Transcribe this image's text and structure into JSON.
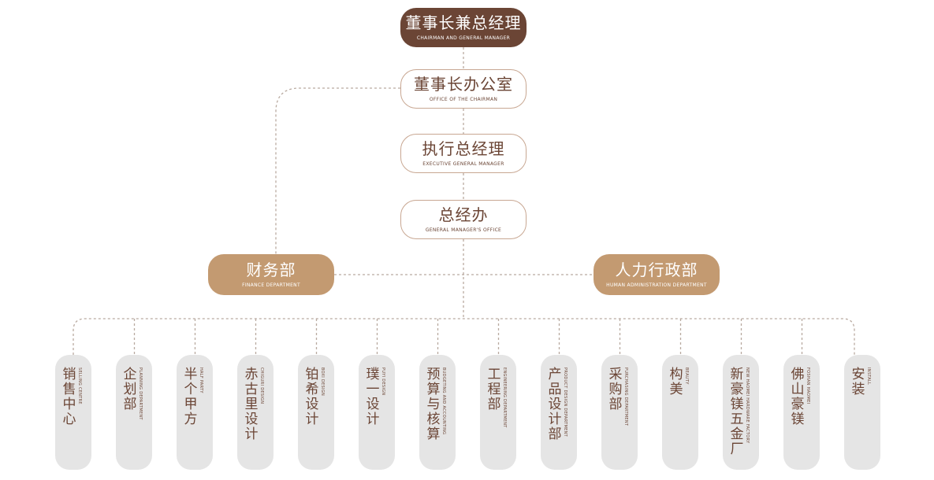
{
  "top": {
    "cn": "董事长兼总经理",
    "en": "CHAIRMAN AND GENERAL MANAGER"
  },
  "chain": [
    {
      "cn": "董事长办公室",
      "en": "OFFICE OF THE CHAIRMAN"
    },
    {
      "cn": "执行总经理",
      "en": "EXECUTIVE GENERAL MANAGER"
    },
    {
      "cn": "总经办",
      "en": "GENERAL MANAGER'S OFFICE"
    }
  ],
  "finance": {
    "cn": "财务部",
    "en": "FINANCE DEPARTMENT"
  },
  "hr": {
    "cn": "人力行政部",
    "en": "HUMAN ADMINISTRATION DEPARTMENT"
  },
  "departments": [
    {
      "cn": "销售中心",
      "en": "SELLING CENTRE"
    },
    {
      "cn": "企划部",
      "en": "PLANNING DEPARTMENT"
    },
    {
      "cn": "半个甲方",
      "en": "HALF PARTY"
    },
    {
      "cn": "赤古里设计",
      "en": "CHIGURI DESIGN"
    },
    {
      "cn": "铂希设计",
      "en": "BOXI DESIGN"
    },
    {
      "cn": "璞一设计",
      "en": "PUYI DESIGN"
    },
    {
      "cn": "预算与核算",
      "en": "BUDGETING AND ACCOUNTING"
    },
    {
      "cn": "工程部",
      "en": "ENGINEERING DEPARTMENT"
    },
    {
      "cn": "产品设计部",
      "en": "PRODUCT DESIGN DEPARTMENT"
    },
    {
      "cn": "采购部",
      "en": "PURCHASING DEPARTMENT"
    },
    {
      "cn": "构美",
      "en": "BEAUTY"
    },
    {
      "cn": "新豪镁五金厂",
      "en": "NEW HAOMEI HARDWARE FACTORY"
    },
    {
      "cn": "佛山豪镁",
      "en": "FOSHAN HAOMEI"
    },
    {
      "cn": "安装",
      "en": "INSTALL"
    }
  ],
  "colors": {
    "dark": "#6b4535",
    "tan": "#c39a71",
    "outline": "#c8a792",
    "dept_bg": "#e5e5e5",
    "line": "#b9aaa0"
  }
}
